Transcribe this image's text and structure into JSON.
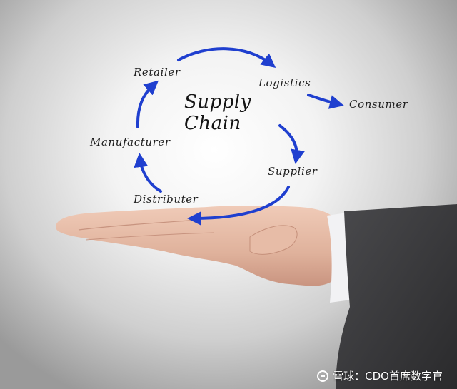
{
  "diagram": {
    "title_line1": "Supply",
    "title_line2": "Chain",
    "nodes": {
      "retailer": "Retailer",
      "logistics": "Logistics",
      "consumer": "Consumer",
      "manufacturer": "Manufacturer",
      "supplier": "Supplier",
      "distributer": "Distributer"
    }
  },
  "colors": {
    "arrow": "#1f3fcf",
    "text": "#1e1e1e",
    "sleeve": "#3a3a3c",
    "skin": "#e4b9a4"
  },
  "watermark": {
    "text": "雪球：CDO首席数字官"
  }
}
